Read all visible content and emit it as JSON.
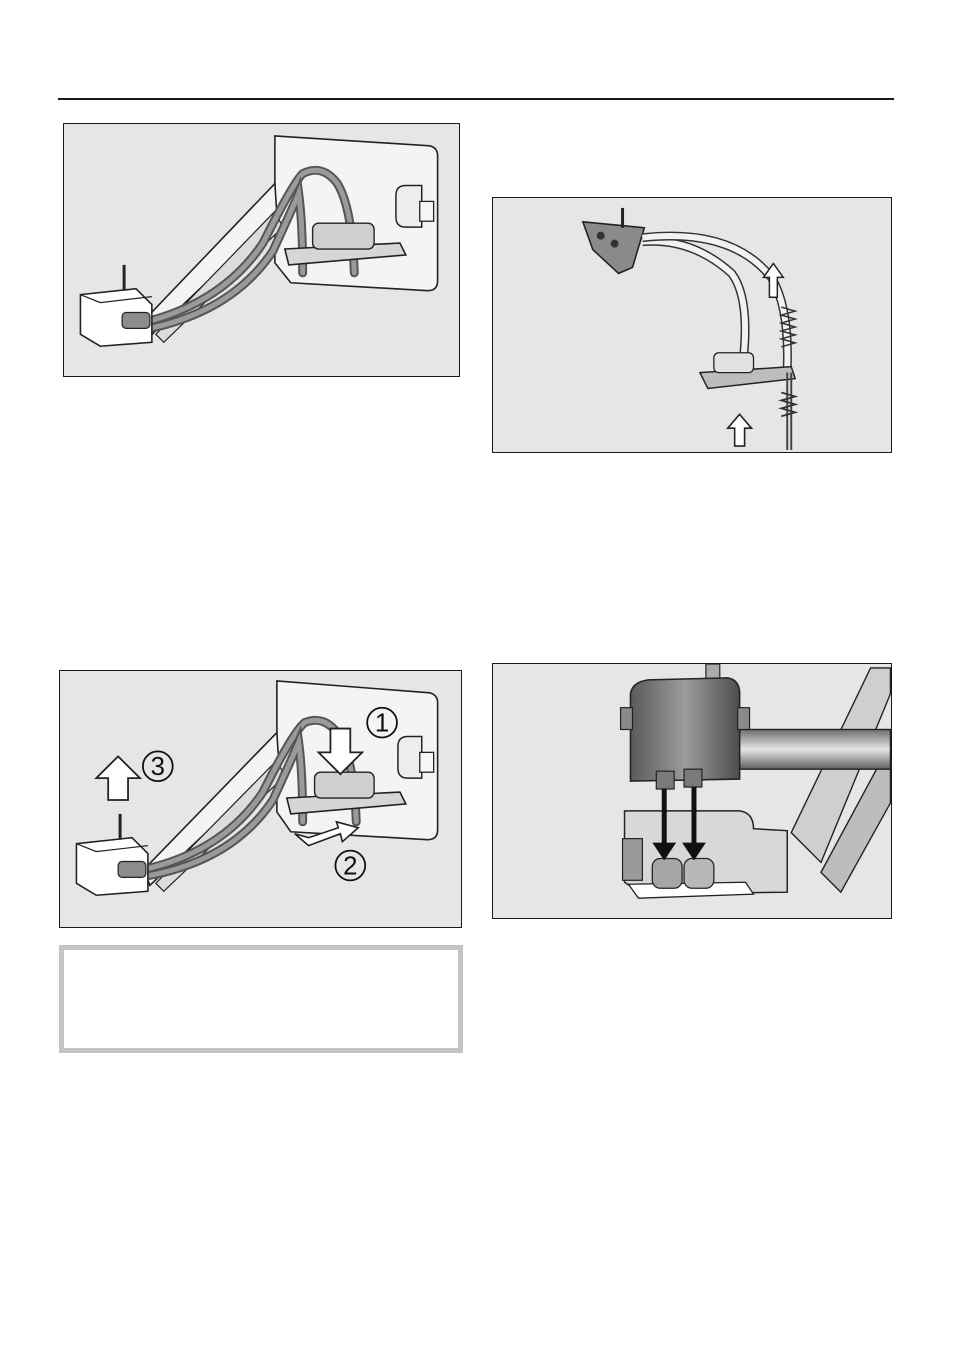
{
  "figures": {
    "fig3": {
      "callouts": [
        "1",
        "2",
        "3"
      ]
    }
  },
  "colors": {
    "rule": "#1a1a1a",
    "figure_background": "#e6e6e6",
    "note_border": "#c4c4c4"
  },
  "icons": [
    "arrow-down-icon",
    "arrow-up-icon",
    "arrow-diagonal-icon"
  ]
}
